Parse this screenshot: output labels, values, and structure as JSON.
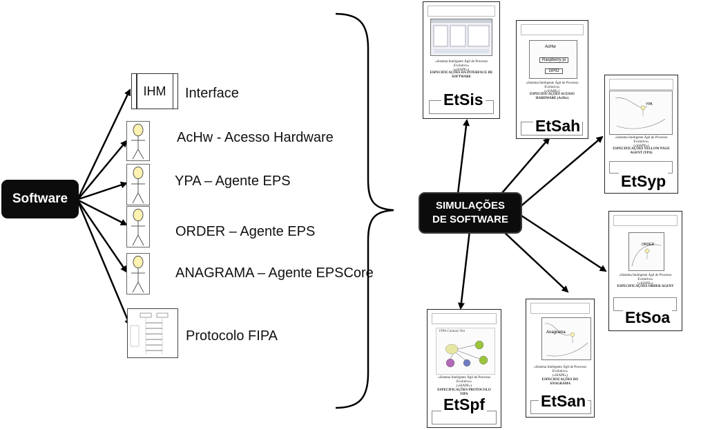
{
  "nodes": {
    "software": "Software",
    "simulacoes": "SIMULAÇÕES\nDE SOFTWARE"
  },
  "items": {
    "ihm_icon_text": "IHM",
    "interface": "Interface",
    "achw": "AcHw - Acesso Hardware",
    "ypa": "YPA – Agente EPS",
    "order": "ORDER – Agente EPS",
    "anagrama": "ANAGRAMA  – Agente EPSCore",
    "protocolo": "Protocolo FIPA"
  },
  "documents": {
    "etsis": {
      "code": "EtSis",
      "title": "«Sistema Inteligente Ágil de Processo Evolutivo»\n(«SIAPE»)",
      "subtitle": "ESPECIFICAÇÕES DA INTERFACE DE SOFTWARE"
    },
    "etsah": {
      "code": "EtSah",
      "title": "«Sistema Inteligente Ágil de Processo Evolutivo»\n(«SIAPE»)",
      "subtitle": "ESPECIFICAÇÕES ACESSO HARDWARE (AcHw)",
      "img_labels": [
        "AcHw",
        "Raspberry pi",
        "GPIO"
      ]
    },
    "etsyp": {
      "code": "EtSyp",
      "title": "«Sistema Inteligente Ágil de Processo Evolutivo»\n(«SIAPE»)",
      "subtitle": "ESPECIFICAÇÕES YELLOW PAGE AGENT (YPA)",
      "img_labels": [
        "YPA"
      ]
    },
    "etsoa": {
      "code": "EtSoa",
      "title": "«Sistema Inteligente Ágil de Processo Evolutivo»\n(«SIAPE»)",
      "subtitle": "ESPECIFICAÇÕES ORDER AGENT",
      "img_labels": [
        "ORDER"
      ]
    },
    "etspf": {
      "code": "EtSpf",
      "title": "«Sistema Inteligente Ágil de Processo Evolutivo»\n(«SIAPE»)",
      "subtitle": "ESPECIFICAÇÕES PROTOCOLO FIPA",
      "img_labels": [
        "FIPA Contract Net"
      ]
    },
    "etsan": {
      "code": "EtSan",
      "title": "«Sistema Inteligente Ágil de Processo Evolutivo»\n(«SIAPE»)",
      "subtitle": "ESPECIFICAÇÕES DO ANAGRAMA",
      "img_labels": [
        "Anagrama"
      ]
    }
  },
  "colors": {
    "node_dark": "#0c0c0c",
    "actor_fill": "#fdf2b0",
    "arrow": "#000000",
    "fipa_nodes": [
      "#9ac43c",
      "#b06ab8",
      "#6d7cc4",
      "#e7e7a3"
    ]
  }
}
